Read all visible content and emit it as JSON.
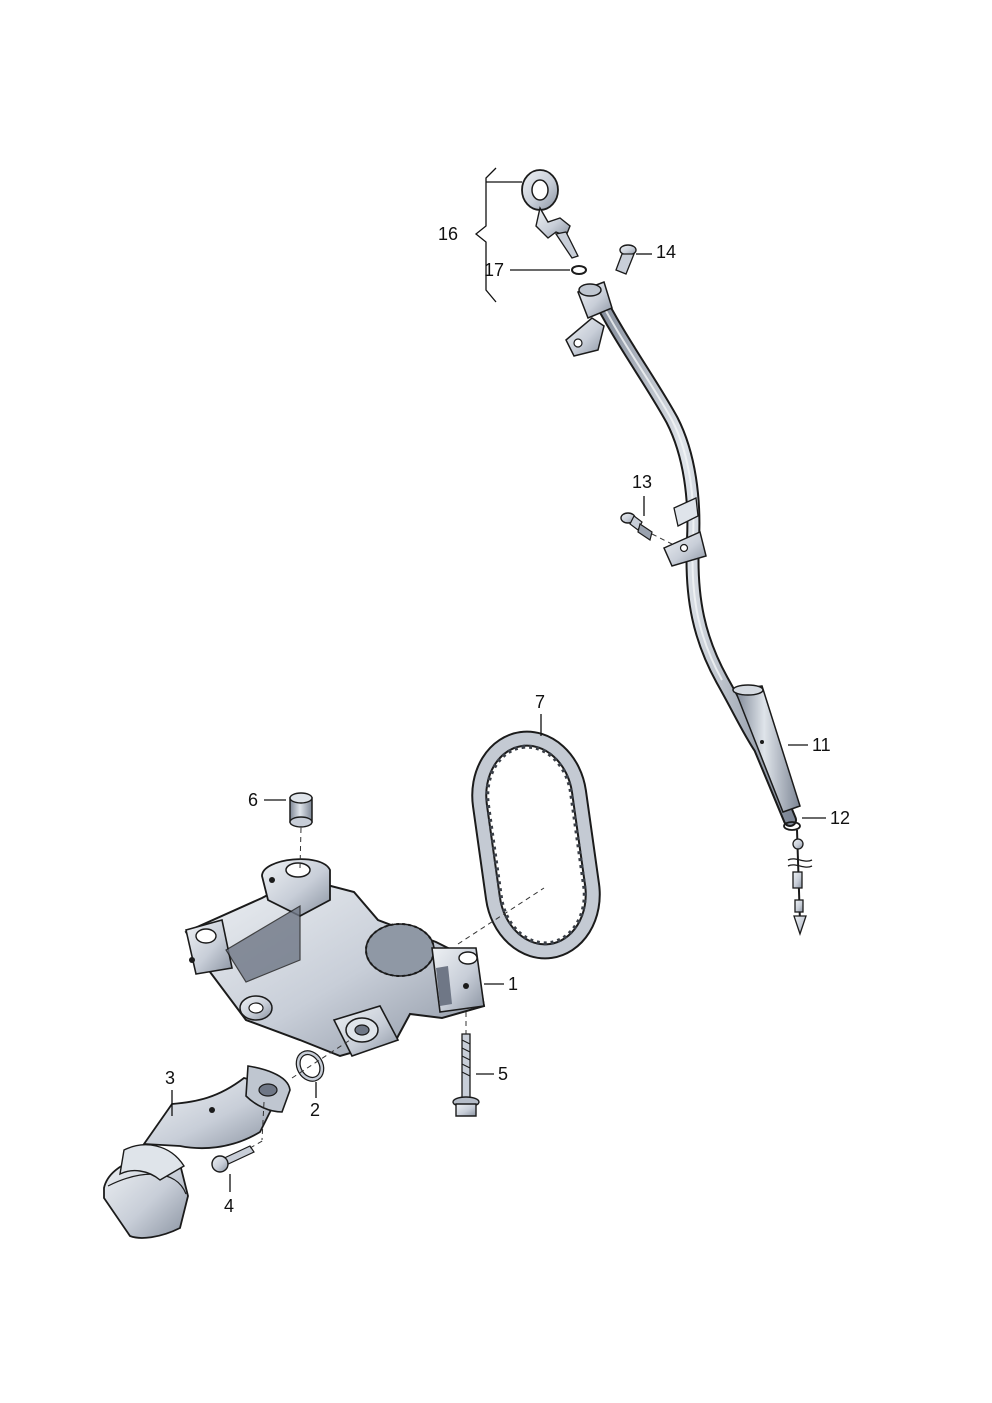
{
  "callouts": {
    "c1": "1",
    "c2": "2",
    "c3": "3",
    "c4": "4",
    "c5": "5",
    "c6": "6",
    "c7": "7",
    "c11": "11",
    "c12": "12",
    "c13": "13",
    "c14": "14",
    "c16": "16",
    "c17": "17"
  },
  "colors": {
    "part_fill": "#c8ced8",
    "part_light": "#e6eaef",
    "part_dark": "#6f7786",
    "outline": "#1b1b1b",
    "background": "#ffffff"
  }
}
